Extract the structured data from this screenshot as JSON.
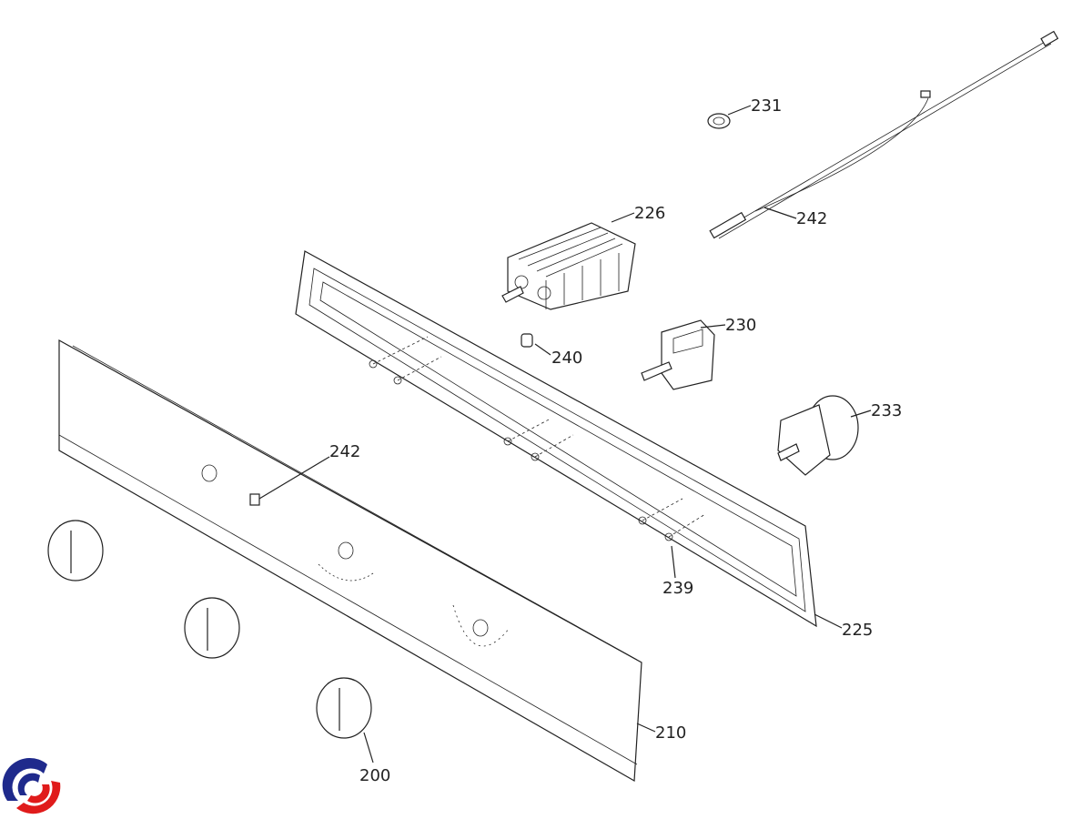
{
  "diagram": {
    "callouts": [
      {
        "id": "c231",
        "text": "231"
      },
      {
        "id": "c226",
        "text": "226"
      },
      {
        "id": "c242a",
        "text": "242"
      },
      {
        "id": "c230",
        "text": "230"
      },
      {
        "id": "c240",
        "text": "240"
      },
      {
        "id": "c233",
        "text": "233"
      },
      {
        "id": "c242b",
        "text": "242"
      },
      {
        "id": "c239",
        "text": "239"
      },
      {
        "id": "c225",
        "text": "225"
      },
      {
        "id": "c210",
        "text": "210"
      },
      {
        "id": "c200",
        "text": "200"
      }
    ],
    "logo": {
      "name": "brand-logo",
      "colors": [
        "#1f2a8c",
        "#e01b1b"
      ]
    }
  }
}
